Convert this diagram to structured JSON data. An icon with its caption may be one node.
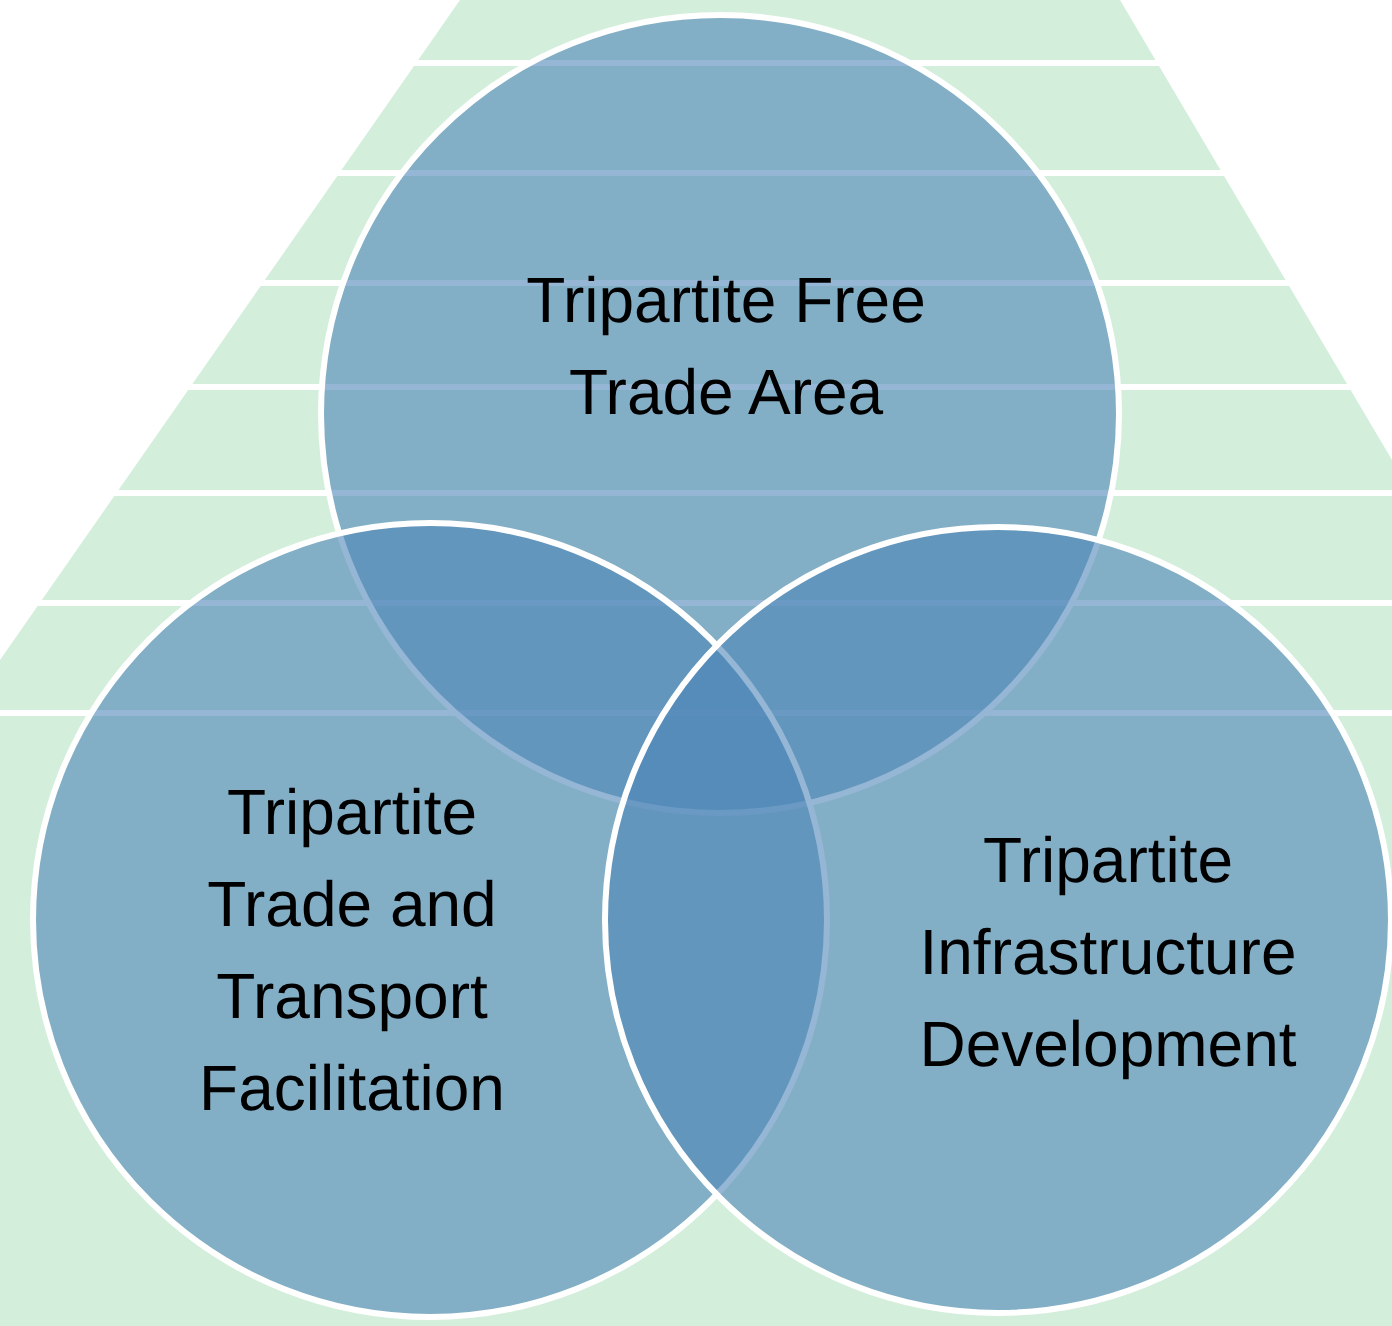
{
  "diagram": {
    "nodes": [
      {
        "text": [
          "Tripartite Free Trade Area"
        ]
      },
      {
        "text": [
          "Tripartite Trade and Transport Facilitation"
        ]
      },
      {
        "text": [
          "Tripartite Infrastructure Development"
        ]
      }
    ]
  }
}
